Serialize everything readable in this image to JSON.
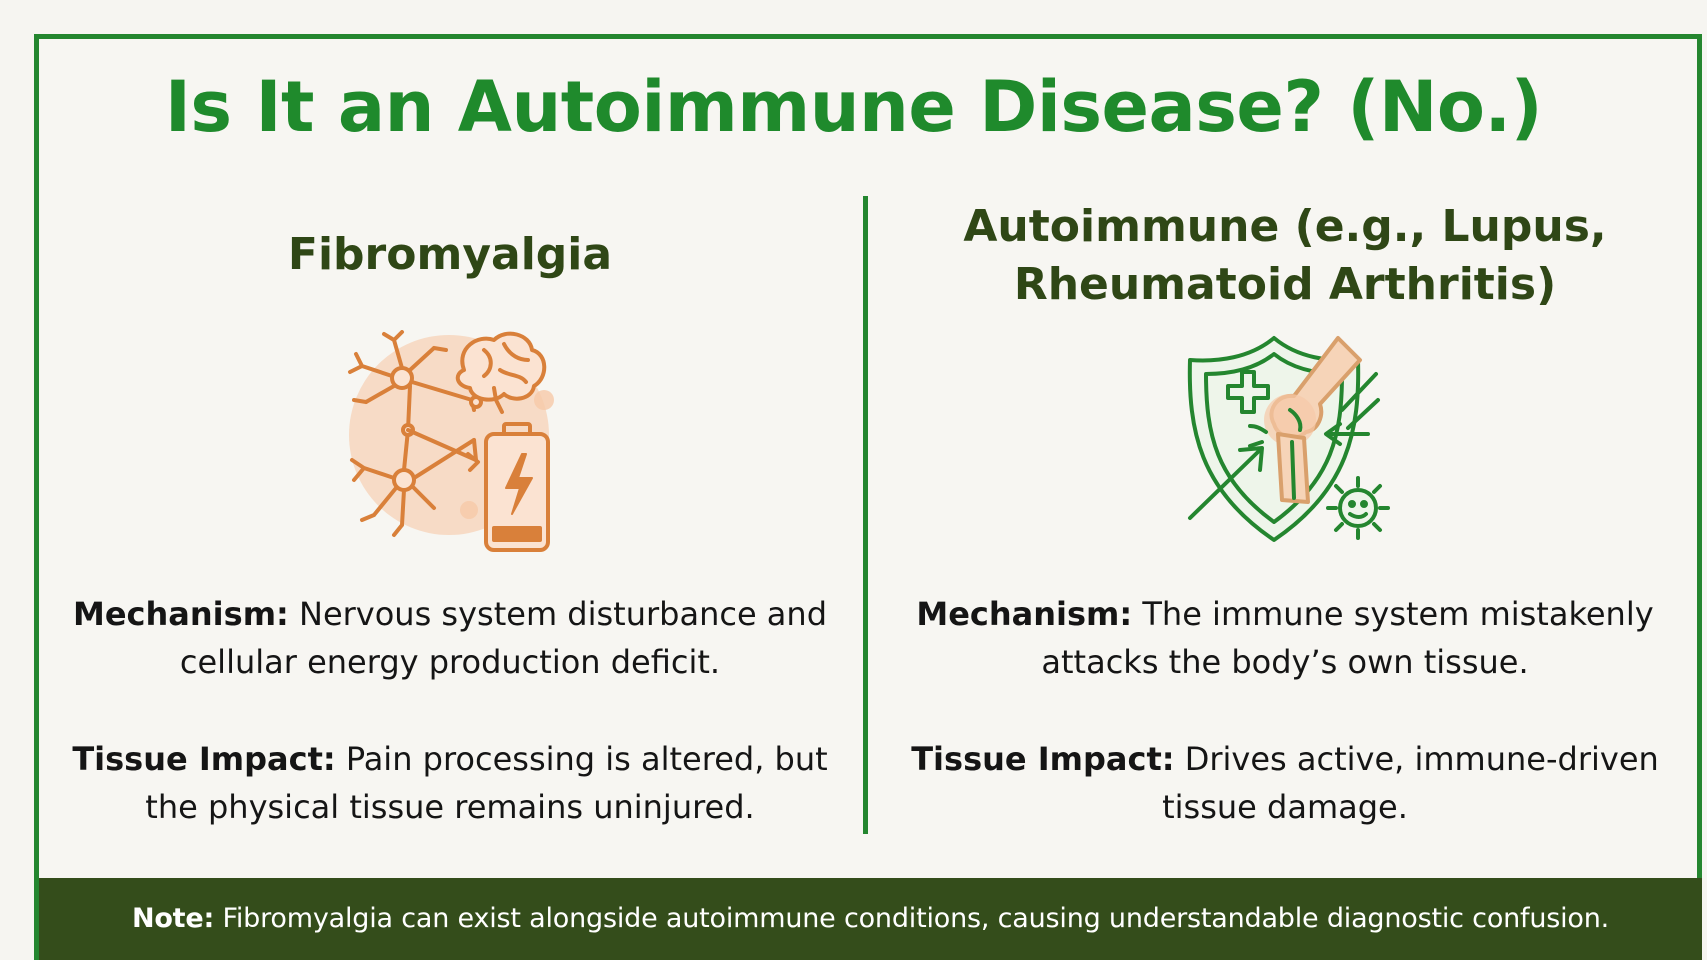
{
  "title": "Is It an Autoimmune Disease? (No.)",
  "left": {
    "heading": "Fibromyalgia",
    "illustration_icon": "neurons-brain-battery-icon",
    "mechanism_label": "Mechanism:",
    "mechanism_text": " Nervous system disturbance and cellular energy production deficit.",
    "impact_label": "Tissue Impact:",
    "impact_text": " Pain processing is altered, but the physical tissue remains uninjured."
  },
  "right": {
    "heading": "Autoimmune (e.g., Lupus, Rheumatoid Arthritis)",
    "illustration_icon": "shield-joint-virus-icon",
    "mechanism_label": "Mechanism:",
    "mechanism_text": " The immune system mistakenly attacks the body’s own tissue.",
    "impact_label": "Tissue Impact:",
    "impact_text": " Drives active, immune-driven tissue damage."
  },
  "note": {
    "label": "Note:",
    "text": " Fibromyalgia can exist alongside autoimmune conditions, causing understandable diagnostic confusion."
  },
  "colors": {
    "accent_green": "#1f8a2c",
    "heading_olive": "#2f4716",
    "note_bar": "#344d1b",
    "illustration_orange": "#d9803a",
    "illustration_peach": "#f6c9a8"
  }
}
